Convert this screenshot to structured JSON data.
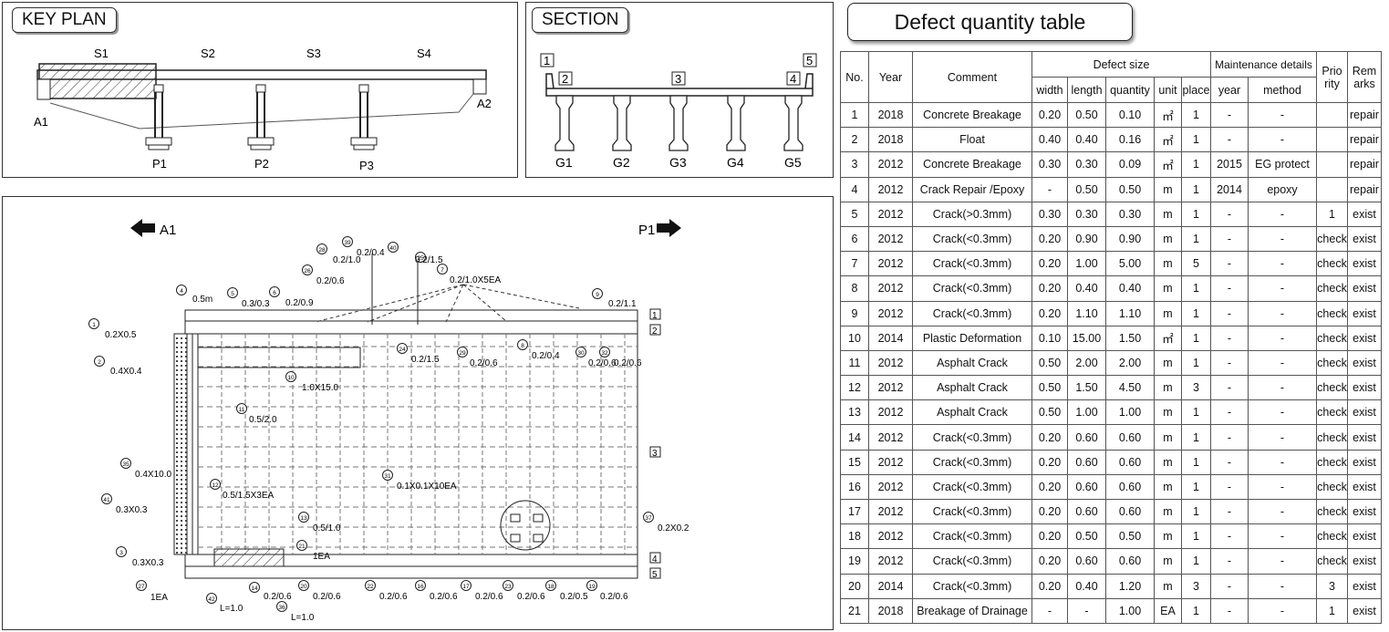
{
  "key_plan": {
    "title": "KEY PLAN",
    "spans": [
      "S1",
      "S2",
      "S3",
      "S4"
    ],
    "abutments": [
      "A1",
      "A2"
    ],
    "piers": [
      "P1",
      "P2",
      "P3"
    ]
  },
  "section": {
    "title": "SECTION",
    "markers": [
      "1",
      "2",
      "3",
      "4",
      "5"
    ],
    "girders": [
      "G1",
      "G2",
      "G3",
      "G4",
      "G5"
    ]
  },
  "plan": {
    "dir_left": "A1",
    "dir_right": "P1",
    "side_markers": [
      "1",
      "2",
      "3",
      "4",
      "5"
    ],
    "labels": [
      {
        "id": "1",
        "text": "0.2X0.5"
      },
      {
        "id": "2",
        "text": "0.4X0.4"
      },
      {
        "id": "3",
        "text": "0.3X0.3"
      },
      {
        "id": "4",
        "text": "0.5m"
      },
      {
        "id": "5",
        "text": "0.3/0.3"
      },
      {
        "id": "6",
        "text": "0.2/0.9"
      },
      {
        "id": "7",
        "text": "0.2/1.0X5EA"
      },
      {
        "id": "8",
        "text": "0.2/0.4"
      },
      {
        "id": "9",
        "text": "0.2/1.1"
      },
      {
        "id": "10",
        "text": "1.0X15.0"
      },
      {
        "id": "11",
        "text": "0.5/2.0"
      },
      {
        "id": "12",
        "text": "0.5/1.5X3EA"
      },
      {
        "id": "13",
        "text": "0.5/1.0"
      },
      {
        "id": "14",
        "text": "0.2/0.6"
      },
      {
        "id": "16",
        "text": "0.2/0.6"
      },
      {
        "id": "17",
        "text": "0.2/0.6"
      },
      {
        "id": "18",
        "text": "0.2/0.5"
      },
      {
        "id": "19",
        "text": "0.2/0.6"
      },
      {
        "id": "20",
        "text": "0.2/0.6"
      },
      {
        "id": "21",
        "text": "1EA"
      },
      {
        "id": "22",
        "text": "0.2/0.6"
      },
      {
        "id": "23",
        "text": "0.2/0.6"
      },
      {
        "id": "24",
        "text": "0.2/1.5"
      },
      {
        "id": "25",
        "text": "0.2/1.5"
      },
      {
        "id": "26",
        "text": "0.2/0.6"
      },
      {
        "id": "27",
        "text": "1EA"
      },
      {
        "id": "28",
        "text": "0.2/1.0"
      },
      {
        "id": "29",
        "text": "0.2/0.6"
      },
      {
        "id": "30",
        "text": "0.2/0.6"
      },
      {
        "id": "31",
        "text": "0.1X0.1X10EA"
      },
      {
        "id": "32",
        "text": "0.2/0.6"
      },
      {
        "id": "35",
        "text": "0.4X10.0"
      },
      {
        "id": "36",
        "text": "L=1.0"
      },
      {
        "id": "37",
        "text": "0.2X0.2"
      },
      {
        "id": "39",
        "text": "0.2/0.4"
      },
      {
        "id": "40",
        "text": ""
      },
      {
        "id": "41",
        "text": "0.3X0.3"
      },
      {
        "id": "42",
        "text": "L=1.0"
      }
    ]
  },
  "table": {
    "title": "Defect quantity table",
    "headers": {
      "no": "No.",
      "year": "Year",
      "comment": "Comment",
      "defect_size": "Defect size",
      "maintenance": "Maintenance details",
      "priority": "Prio rity",
      "remarks": "Rem arks",
      "width": "width",
      "length": "length",
      "quantity": "quantity",
      "unit": "unit",
      "place": "place",
      "m_year": "year",
      "method": "method"
    },
    "rows": [
      [
        "1",
        "2018",
        "Concrete Breakage",
        "0.20",
        "0.50",
        "0.10",
        "㎡",
        "1",
        "-",
        "-",
        "",
        "repair"
      ],
      [
        "2",
        "2018",
        "Float",
        "0.40",
        "0.40",
        "0.16",
        "㎡",
        "1",
        "-",
        "-",
        "",
        "repair"
      ],
      [
        "3",
        "2012",
        "Concrete Breakage",
        "0.30",
        "0.30",
        "0.09",
        "㎡",
        "1",
        "2015",
        "EG protect",
        "",
        "repair"
      ],
      [
        "4",
        "2012",
        "Crack Repair /Epoxy",
        "-",
        "0.50",
        "0.50",
        "m",
        "1",
        "2014",
        "epoxy",
        "",
        "repair"
      ],
      [
        "5",
        "2012",
        "Crack(>0.3mm)",
        "0.30",
        "0.30",
        "0.30",
        "m",
        "1",
        "-",
        "-",
        "1",
        "exist"
      ],
      [
        "6",
        "2012",
        "Crack(<0.3mm)",
        "0.20",
        "0.90",
        "0.90",
        "m",
        "1",
        "-",
        "-",
        "check",
        "exist"
      ],
      [
        "7",
        "2012",
        "Crack(<0.3mm)",
        "0.20",
        "1.00",
        "5.00",
        "m",
        "5",
        "-",
        "-",
        "check",
        "exist"
      ],
      [
        "8",
        "2012",
        "Crack(<0.3mm)",
        "0.20",
        "0.40",
        "0.40",
        "m",
        "1",
        "-",
        "-",
        "check",
        "exist"
      ],
      [
        "9",
        "2012",
        "Crack(<0.3mm)",
        "0.20",
        "1.10",
        "1.10",
        "m",
        "1",
        "-",
        "-",
        "check",
        "exist"
      ],
      [
        "10",
        "2014",
        "Plastic Deformation",
        "0.10",
        "15.00",
        "1.50",
        "㎡",
        "1",
        "-",
        "-",
        "check",
        "exist"
      ],
      [
        "11",
        "2012",
        "Asphalt Crack",
        "0.50",
        "2.00",
        "2.00",
        "m",
        "1",
        "-",
        "-",
        "check",
        "exist"
      ],
      [
        "12",
        "2012",
        "Asphalt Crack",
        "0.50",
        "1.50",
        "4.50",
        "m",
        "3",
        "-",
        "-",
        "check",
        "exist"
      ],
      [
        "13",
        "2012",
        "Asphalt Crack",
        "0.50",
        "1.00",
        "1.00",
        "m",
        "1",
        "-",
        "-",
        "check",
        "exist"
      ],
      [
        "14",
        "2012",
        "Crack(<0.3mm)",
        "0.20",
        "0.60",
        "0.60",
        "m",
        "1",
        "-",
        "-",
        "check",
        "exist"
      ],
      [
        "15",
        "2012",
        "Crack(<0.3mm)",
        "0.20",
        "0.60",
        "0.60",
        "m",
        "1",
        "-",
        "-",
        "check",
        "exist"
      ],
      [
        "16",
        "2012",
        "Crack(<0.3mm)",
        "0.20",
        "0.60",
        "0.60",
        "m",
        "1",
        "-",
        "-",
        "check",
        "exist"
      ],
      [
        "17",
        "2012",
        "Crack(<0.3mm)",
        "0.20",
        "0.60",
        "0.60",
        "m",
        "1",
        "-",
        "-",
        "check",
        "exist"
      ],
      [
        "18",
        "2012",
        "Crack(<0.3mm)",
        "0.20",
        "0.50",
        "0.50",
        "m",
        "1",
        "-",
        "-",
        "check",
        "exist"
      ],
      [
        "19",
        "2012",
        "Crack(<0.3mm)",
        "0.20",
        "0.60",
        "0.60",
        "m",
        "1",
        "-",
        "-",
        "check",
        "exist"
      ],
      [
        "20",
        "2014",
        "Crack(<0.3mm)",
        "0.20",
        "0.40",
        "1.20",
        "m",
        "3",
        "-",
        "-",
        "3",
        "exist"
      ],
      [
        "21",
        "2018",
        "Breakage of Drainage",
        "-",
        "-",
        "1.00",
        "EA",
        "1",
        "-",
        "-",
        "1",
        "exist"
      ]
    ]
  }
}
